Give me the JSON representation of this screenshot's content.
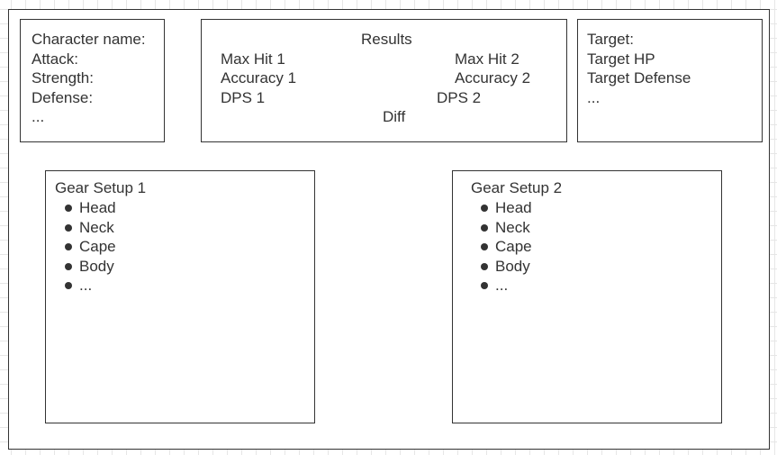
{
  "character": {
    "lines": [
      "Character name:",
      "Attack:",
      "Strength:",
      "Defense:",
      "..."
    ]
  },
  "results": {
    "title": "Results",
    "max_hit_1": "Max Hit 1",
    "max_hit_2": "Max Hit 2",
    "accuracy_1": "Accuracy 1",
    "accuracy_2": "Accuracy 2",
    "dps_1": "DPS 1",
    "dps_2": "DPS 2",
    "diff": "Diff"
  },
  "target": {
    "lines": [
      "Target:",
      "Target HP",
      "Target Defense",
      "..."
    ]
  },
  "gear_setup_1": {
    "title": "Gear Setup 1",
    "items": [
      "Head",
      "Neck",
      "Cape",
      "Body",
      "..."
    ]
  },
  "gear_setup_2": {
    "title": "Gear Setup 2",
    "items": [
      "Head",
      "Neck",
      "Cape",
      "Body",
      "..."
    ]
  }
}
